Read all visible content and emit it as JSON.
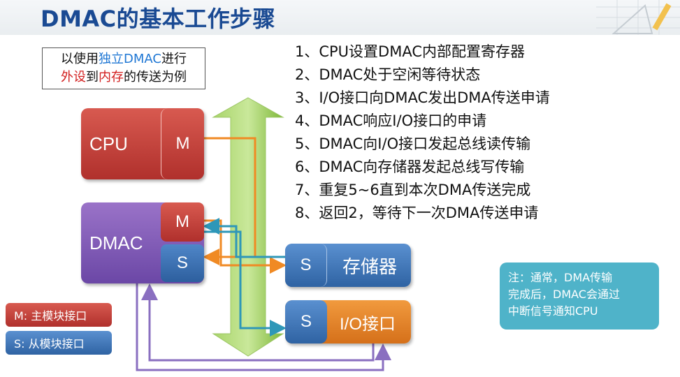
{
  "title": "DMAC的基本工作步骤",
  "caption": {
    "line1_a": "以使用",
    "line1_b": "独立DMAC",
    "line1_c": "进行",
    "line2_a": "外设",
    "line2_b": "到",
    "line2_c": "内存",
    "line2_d": "的传送为例"
  },
  "steps": [
    "1、CPU设置DMAC内部配置寄存器",
    "2、DMAC处于空闲等待状态",
    "3、I/O接口向DMAC发出DMA传送申请",
    "4、DMAC响应I/O接口的申请",
    "5、DMAC向I/O接口发起总线读传输",
    "6、DMAC向存储器发起总线写传输",
    "7、重复5~6直到本次DMA传送完成",
    "8、返回2，等待下一次DMA传送申请"
  ],
  "blocks": {
    "cpu": "CPU",
    "cpu_m": "M",
    "dmac": "DMAC",
    "dmac_m": "M",
    "dmac_s": "S",
    "mem_s": "S",
    "mem": "存储器",
    "io_s": "S",
    "io": "I/O接口"
  },
  "legend": {
    "m": "M: 主模块接口",
    "s": "S: 从模块接口"
  },
  "note": {
    "line1": "注：通常，DMA传输",
    "line2": "完成后，DMAC会通过",
    "line3": "中断信号通知CPU"
  },
  "colors": {
    "title": "#1a4a93",
    "bus": "#8cc63f",
    "cpu": "#c0392b",
    "dmac": "#7b57b5",
    "slave": "#3c72b4",
    "io": "#e8852c",
    "note": "#4fb3c9",
    "orange_line": "#f08a24",
    "cyan_line": "#2e97b8",
    "purple_line": "#8a6fc0"
  }
}
